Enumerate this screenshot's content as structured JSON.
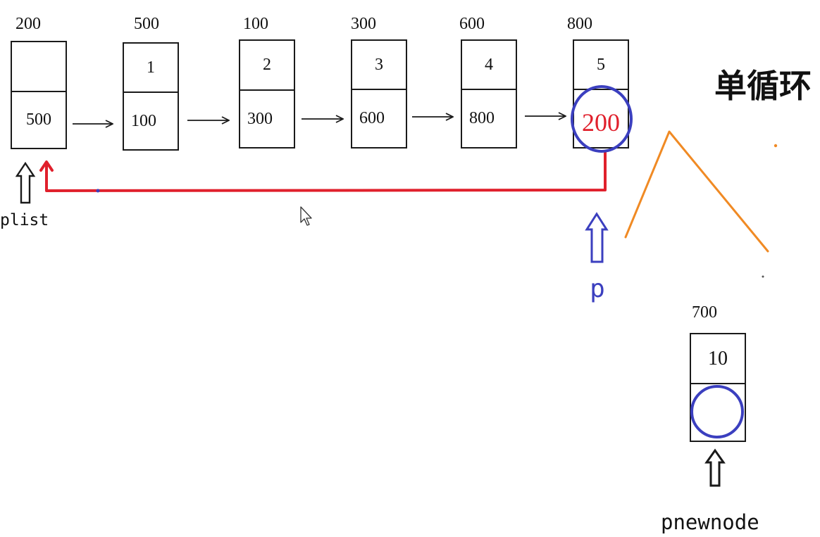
{
  "title": "单循环",
  "nodes": [
    {
      "address": "200",
      "data": "",
      "next": "500"
    },
    {
      "address": "500",
      "data": "1",
      "next": "100"
    },
    {
      "address": "100",
      "data": "2",
      "next": "300"
    },
    {
      "address": "300",
      "data": "3",
      "next": "600"
    },
    {
      "address": "600",
      "data": "4",
      "next": "800"
    },
    {
      "address": "800",
      "data": "5",
      "next": "200"
    }
  ],
  "new_node": {
    "address": "700",
    "data": "10",
    "next": ""
  },
  "pointers": {
    "plist": "plist",
    "p": "p",
    "pnewnode": "pnewnode"
  },
  "colors": {
    "loop": "#e0202c",
    "highlight": "#3b3fbf",
    "sketch": "#f08a24",
    "ink": "#1a1a1a"
  }
}
